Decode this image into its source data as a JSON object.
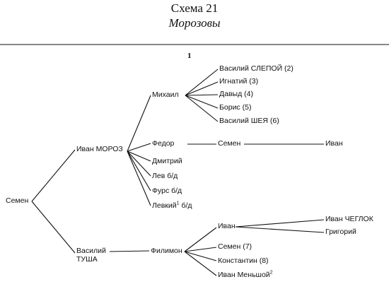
{
  "header": {
    "scheme_label": "Схема 21",
    "family_name": "Морозовы",
    "branch_number": "1"
  },
  "tree": {
    "root": "Семен",
    "gen2": {
      "ivan_moroz": "Иван МОРОЗ",
      "vasily_tusha_1": "Василий",
      "vasily_tusha_2": "ТУША"
    },
    "gen3": {
      "mikhail": "Михаил",
      "fedor": "Федор",
      "dmitry": "Дмитрий",
      "lev": "Лев б/д",
      "furs": "Фурс б/д",
      "levky": "Левкий",
      "levky_sup": "1",
      "levky_suffix": "б/д",
      "filimon": "Филимон"
    },
    "gen4_mikhail": {
      "vasily_slepoy": "Василий СЛЕПОЙ (2)",
      "ignaty": "Игнатий (3)",
      "davyd": "Давыд (4)",
      "boris": "Борис (5)",
      "vasily_shea": "Василий ШЕЯ (6)"
    },
    "gen4_fedor": {
      "semen": "Семен"
    },
    "gen5_fedor": {
      "ivan": "Иван"
    },
    "gen4_filimon": {
      "ivan": "Иван",
      "semen": "Семен (7)",
      "konstantin": "Константин (8)",
      "ivan_menshoy": "Иван Меньшой",
      "ivan_menshoy_sup": "2"
    },
    "gen5_filimon_ivan": {
      "ivan_cheglok": "Иван ЧЕГЛОК",
      "grigory": "Григорий"
    }
  }
}
